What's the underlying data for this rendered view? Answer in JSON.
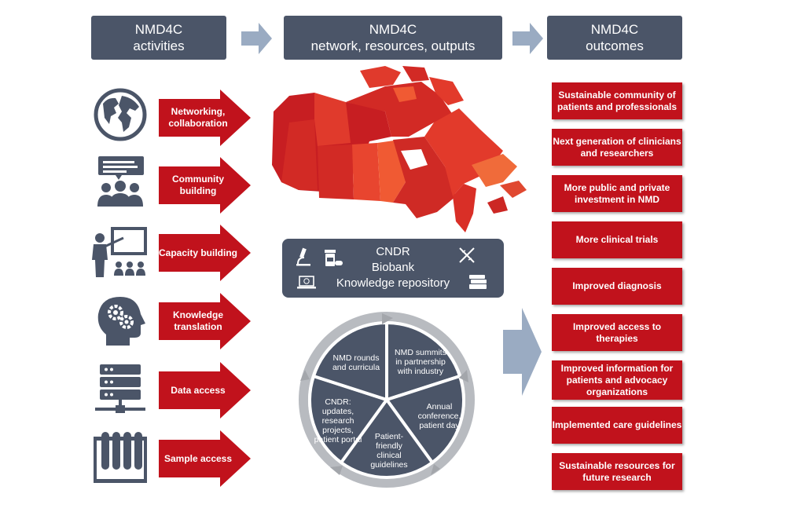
{
  "headers": {
    "activities": [
      "NMD4C",
      "activities"
    ],
    "network": [
      "NMD4C",
      "network, resources, outputs"
    ],
    "outcomes": [
      "NMD4C",
      "outcomes"
    ]
  },
  "activities": [
    {
      "icon": "globe-icon",
      "label": [
        "Networking,",
        "collaboration"
      ]
    },
    {
      "icon": "community-icon",
      "label": [
        "Community",
        "building"
      ]
    },
    {
      "icon": "teaching-icon",
      "label": [
        "Capacity building"
      ]
    },
    {
      "icon": "knowledge-head-icon",
      "label": [
        "Knowledge",
        "translation"
      ]
    },
    {
      "icon": "database-server-icon",
      "label": [
        "Data access"
      ]
    },
    {
      "icon": "test-tubes-icon",
      "label": [
        "Sample access"
      ]
    }
  ],
  "resources": {
    "lines": [
      "CNDR",
      "Biobank",
      "Knowledge repository"
    ],
    "icons": [
      "microscope-icon",
      "pills-icon",
      "dna-icon",
      "laptop-icon",
      "books-icon"
    ]
  },
  "cycle": [
    [
      "NMD rounds",
      "and curricula"
    ],
    [
      "NMD summits",
      "in partnership",
      "with industry"
    ],
    [
      "Annual",
      "conference,",
      "patient day"
    ],
    [
      "Patient-",
      "friendly",
      "clinical",
      "guidelines"
    ],
    [
      "CNDR:",
      "updates,",
      "research",
      "projects,",
      "patient portal"
    ]
  ],
  "outcomes": [
    [
      "Sustainable community of",
      "patients and professionals"
    ],
    [
      "Next generation of clinicians",
      "and researchers"
    ],
    [
      "More public and private",
      "investment in NMD"
    ],
    [
      "More clinical trials"
    ],
    [
      "Improved diagnosis"
    ],
    [
      "Improved access to therapies"
    ],
    [
      "Improved information for",
      "patients and advocacy",
      "organizations"
    ],
    [
      "Implemented care guidelines"
    ],
    [
      "Sustainable resources for",
      "future research"
    ]
  ],
  "colors": {
    "header": "#4b5568",
    "red": "#c1121c",
    "icon": "#4b5568",
    "arrow_light": "#9aabc2",
    "ring": "#a3a6ab"
  }
}
